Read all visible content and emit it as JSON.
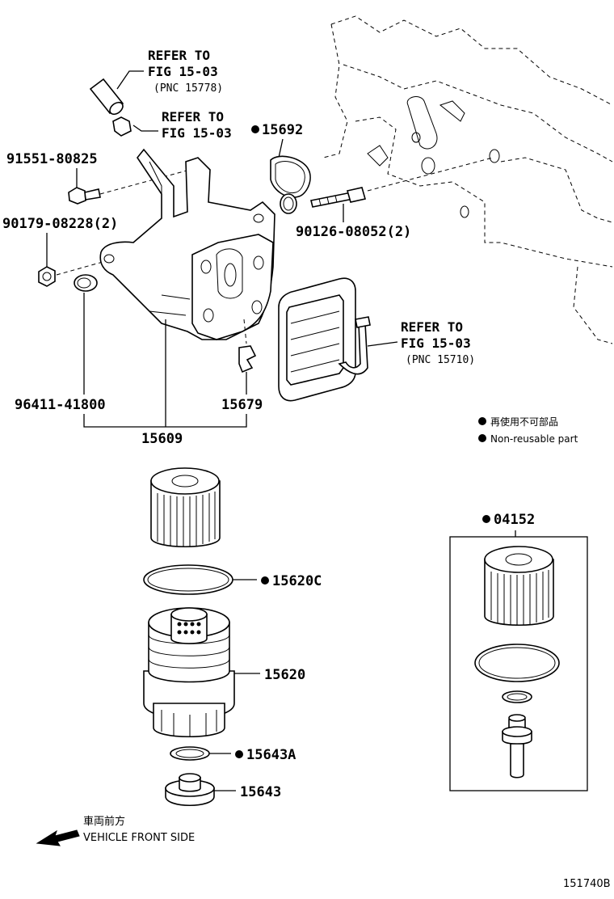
{
  "labels": {
    "ref1_line1": "REFER TO",
    "ref1_line2": "FIG 15-03",
    "ref1_pnc": "(PNC 15778)",
    "ref2_line1": "REFER TO",
    "ref2_line2": "FIG 15-03",
    "ref3_line1": "REFER TO",
    "ref3_line2": "FIG 15-03",
    "ref3_pnc": "(PNC 15710)",
    "p15692": "15692",
    "p91551": "91551-80825",
    "p90179": "90179-08228(2)",
    "p90126": "90126-08052(2)",
    "p96411": "96411-41800",
    "p15679": "15679",
    "p15609": "15609",
    "p15620c": "15620C",
    "p15620": "15620",
    "p15643a": "15643A",
    "p15643": "15643",
    "p04152": "04152"
  },
  "legend": {
    "jp": "再使用不可部品",
    "en": "Non-reusable part"
  },
  "vehicle": {
    "jp": "車両前方",
    "en": "VEHICLE FRONT SIDE"
  },
  "figure_id": "151740B"
}
